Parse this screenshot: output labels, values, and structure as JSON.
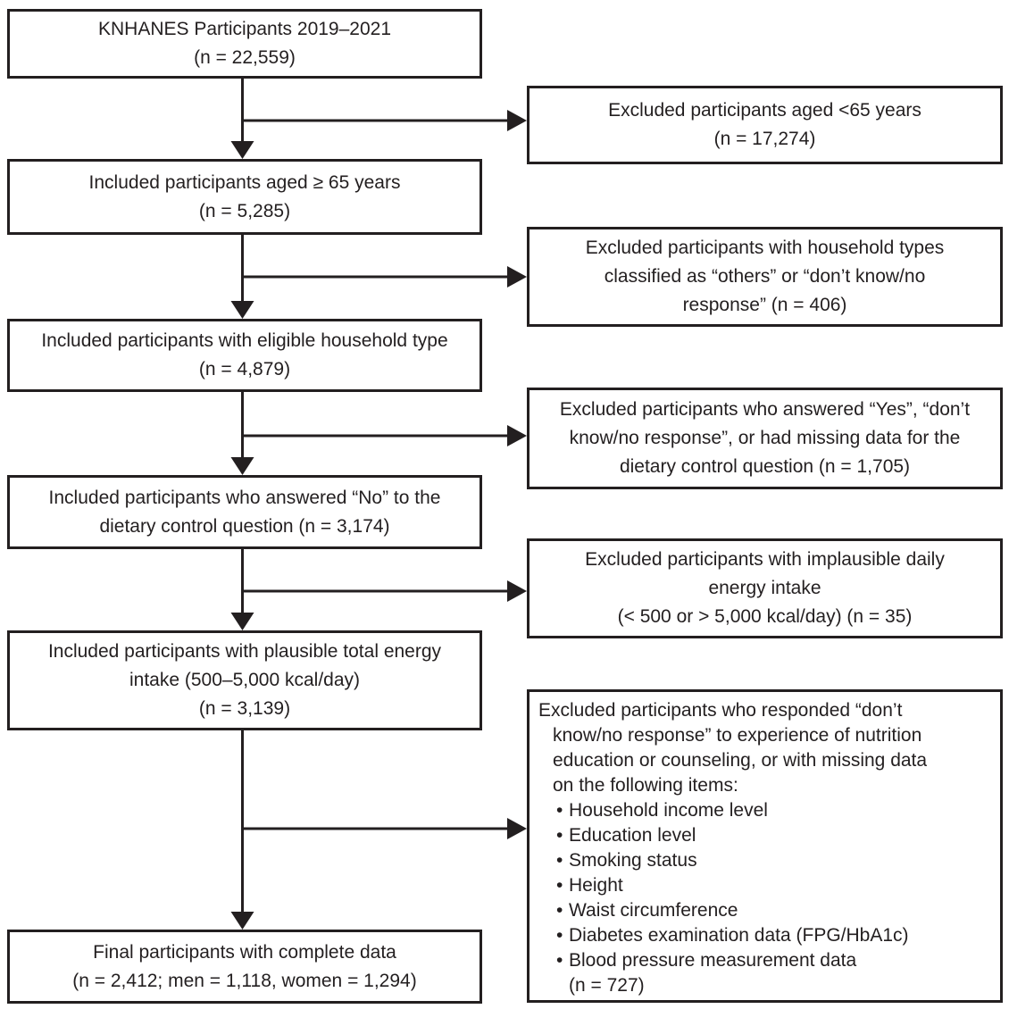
{
  "figure": {
    "kind": "participant-flow-diagram",
    "line_color": "#231f20",
    "background_color": "#ffffff"
  },
  "included": [
    {
      "lines": [
        "KNHANES Participants 2019–2021",
        "(n = 22,559)"
      ]
    },
    {
      "lines": [
        "Included participants aged ≥ 65 years",
        "(n = 5,285)"
      ]
    },
    {
      "lines": [
        "Included participants with eligible household type",
        "(n = 4,879)"
      ]
    },
    {
      "lines": [
        "Included participants who answered “No” to the",
        "dietary control question (n = 3,174)"
      ]
    },
    {
      "lines": [
        "Included participants with plausible total energy",
        "intake (500–5,000 kcal/day)",
        "(n = 3,139)"
      ]
    },
    {
      "lines": [
        "Final participants with complete data",
        "(n = 2,412; men = 1,118, women = 1,294)"
      ]
    }
  ],
  "excluded": [
    {
      "lines": [
        "Excluded participants aged <65 years",
        "(n = 17,274)"
      ]
    },
    {
      "lines": [
        "Excluded participants with household types",
        "classified as “others” or “don’t know/no",
        "response” (n = 406)"
      ]
    },
    {
      "lines": [
        "Excluded participants who answered “Yes”, “don’t",
        "know/no response”, or had missing data for the",
        "dietary control question (n = 1,705)"
      ]
    },
    {
      "lines": [
        "Excluded participants with implausible daily",
        "energy intake",
        "(< 500 or > 5,000 kcal/day) (n = 35)"
      ]
    },
    {
      "intro_lines": [
        "Excluded participants who responded “don’t",
        "know/no response” to experience of nutrition",
        "education or counseling, or with missing data",
        "on the following items:"
      ],
      "marker": "•",
      "bullets": [
        "Household income level",
        "Education level",
        "Smoking status",
        "Height",
        "Waist circumference",
        "Diabetes examination data (FPG/HbA1c)",
        "Blood pressure measurement data"
      ],
      "note": "(n = 727)"
    }
  ]
}
